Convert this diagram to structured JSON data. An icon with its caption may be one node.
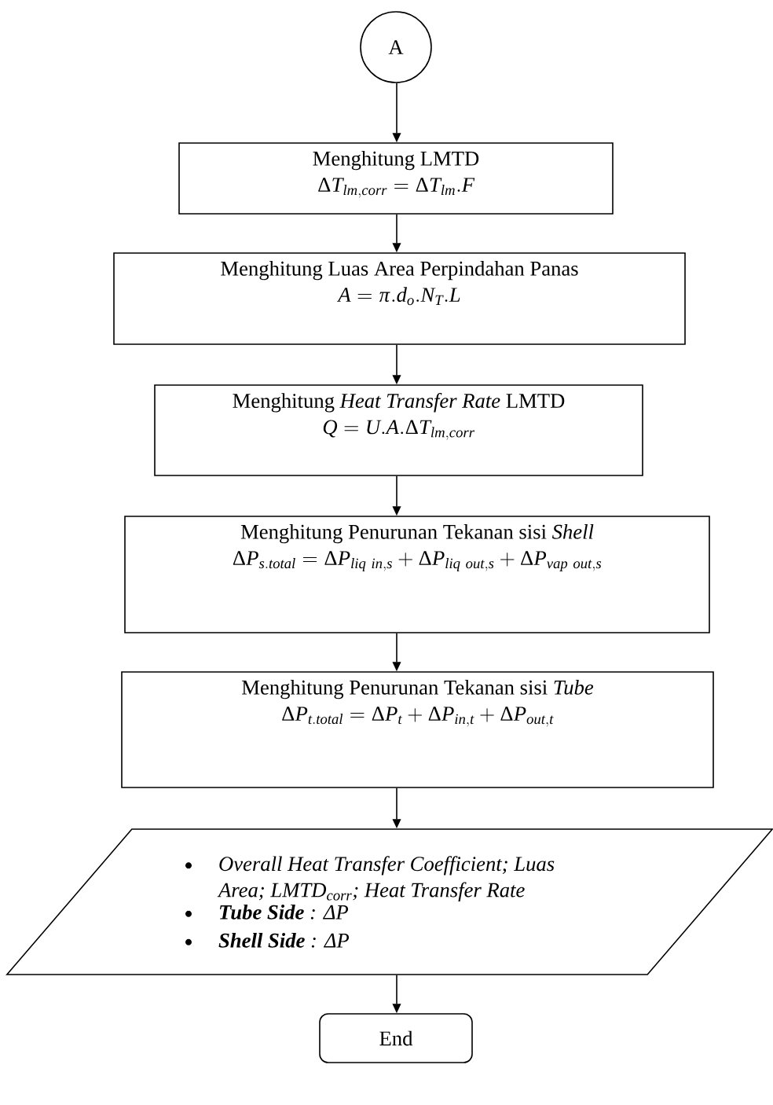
{
  "diagram": {
    "nodes": [
      {
        "text": [
          "A"
        ]
      },
      {
        "text": [
          "Menghitung LMTD",
          "\\Delta T_{lm,corr} = \\Delta T_{lm}.F"
        ]
      },
      {
        "text": [
          "Menghitung Luas Area Perpindahan Panas",
          "A = \\pi.d_{o}.N_{T}.L"
        ]
      },
      {
        "text": [
          "Menghitung *Heat Transfer Rate* LMTD",
          "Q = U.A.\\Delta T_{lm,corr}"
        ]
      },
      {
        "text": [
          "Menghitung Penurunan Tekanan sisi *Shell*",
          "\\Delta P_{s.total} = \\Delta P_{liq\\ in,s} + \\Delta P_{liq\\ out,s} + \\Delta P_{vap\\ out,s}"
        ]
      },
      {
        "text": [
          "Menghitung Penurunan Tekanan sisi *Tube*",
          "\\Delta P_{t.total} = \\Delta P_{t} + \\Delta P_{in,t} + \\Delta P_{out,t}"
        ]
      },
      {
        "text": [
          "Overall Heat Transfer Coefficient; Luas Area; LMTD$_{corr}$; Heat Transfer Rate",
          "**Tube Side** : ΔP",
          "**Shell Side** : ΔP"
        ]
      },
      {
        "text": [
          "End"
        ]
      }
    ],
    "edges": [
      {
        "from": 0,
        "to": 1,
        "arrow": "to"
      },
      {
        "from": 1,
        "to": 2,
        "arrow": "to"
      },
      {
        "from": 2,
        "to": 3,
        "arrow": "to"
      },
      {
        "from": 3,
        "to": 4,
        "arrow": "to"
      },
      {
        "from": 4,
        "to": 5,
        "arrow": "to"
      },
      {
        "from": 5,
        "to": 6,
        "arrow": "to"
      },
      {
        "from": 6,
        "to": 7,
        "arrow": "to"
      }
    ]
  }
}
